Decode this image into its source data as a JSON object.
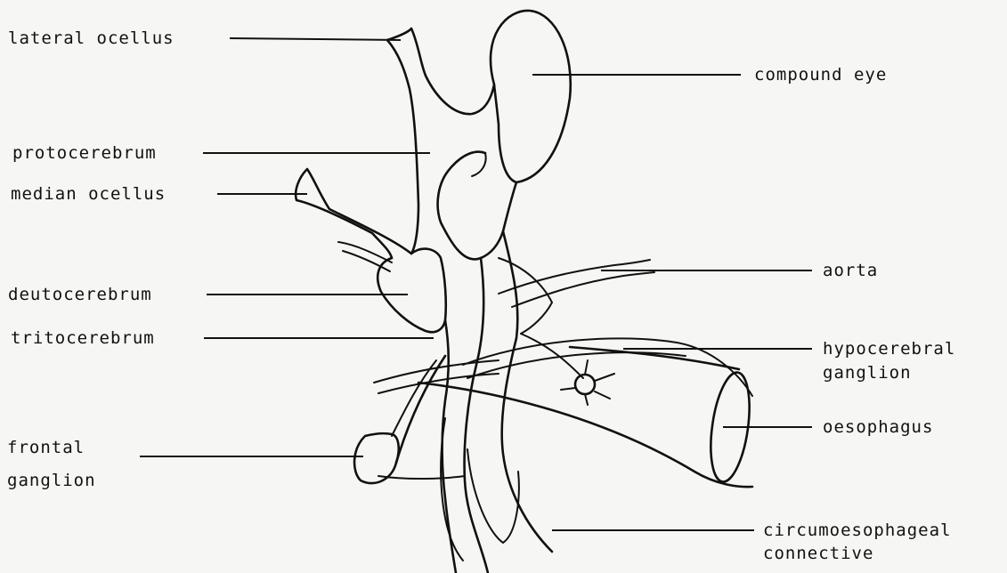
{
  "labels": {
    "lateral_ocellus": "lateral ocellus",
    "compound_eye": "compound eye",
    "protocerebrum": "protocerebrum",
    "median_ocellus": "median ocellus",
    "aorta": "aorta",
    "deutocerebrum": "deutocerebrum",
    "tritocerebrum": "tritocerebrum",
    "hypocerebral_line1": "hypocerebral",
    "hypocerebral_line2": "ganglion",
    "oesophagus": "oesophagus",
    "frontal_line1": "frontal",
    "frontal_line2": "ganglion",
    "circum_line1": "circumoesophageal",
    "circum_line2": "connective"
  }
}
